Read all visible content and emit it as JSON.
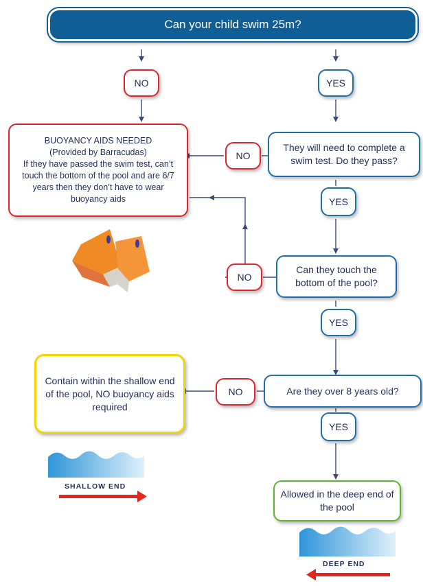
{
  "question_title": "Can your child swim 25m?",
  "answers": {
    "no": "NO",
    "yes": "YES"
  },
  "steps": {
    "swim_test": "They will need to complete a swim test. Do they pass?",
    "touch_bottom": "Can they touch the bottom of the pool?",
    "over_8": "Are they over 8 years old?",
    "deep_end_allowed": "Allowed in the deep end of the pool"
  },
  "buoyancy_box": {
    "heading": "BUOYANCY AIDS NEEDED",
    "provided_by": "(Provided by Barracudas)",
    "exception": "If they have passed the swim test, can’t touch the bottom of the pool and are 6/7 years then they don’t have to wear buoyancy aids"
  },
  "shallow_box": "Contain within the shallow end of the pool, NO buoyancy aids required",
  "shallow_end_label": "SHALLOW END",
  "deep_end_label": "DEEP END",
  "colors": {
    "title_fill": "#0f5e95",
    "blue_border": "#1e6ea8",
    "red_border": "#d9272e",
    "yellow_border": "#f3d500",
    "green_border": "#5cb531",
    "connector": "#3a4a7a",
    "red_arrow": "#e0281e",
    "water": "#4aa8e0",
    "armband": "#f08a24"
  },
  "icons": [
    "armbands-icon",
    "shallow-water-icon",
    "deep-water-icon"
  ]
}
